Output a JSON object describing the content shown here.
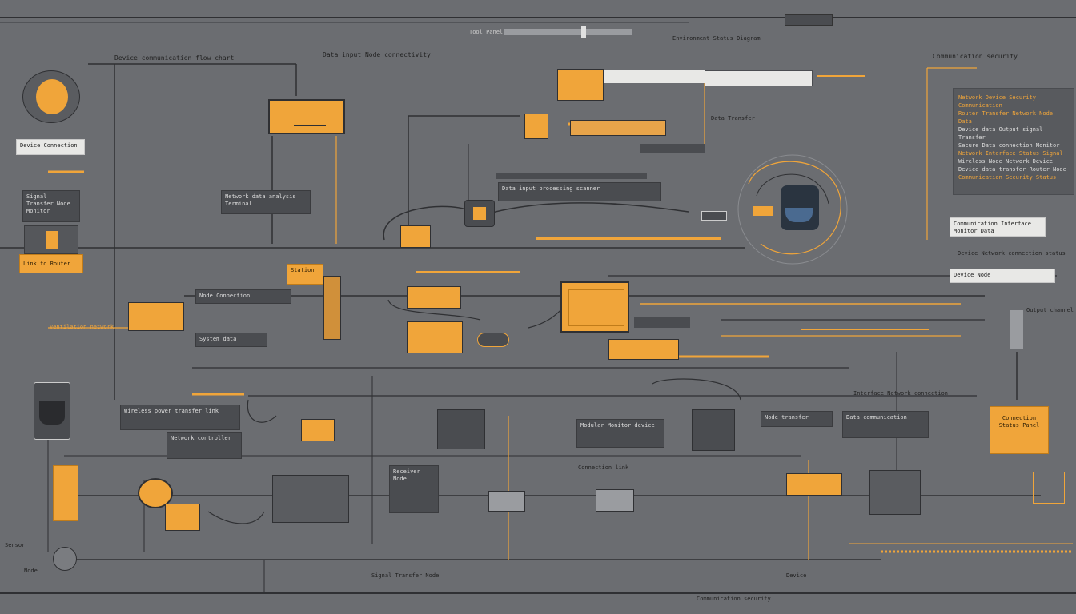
{
  "title_bar": {
    "left": "Tool Panel",
    "right": "Environment Status Diagram"
  },
  "headers": {
    "top_left": "Device communication flow chart",
    "top_center": "Data input Node connectivity",
    "top_right": "Communication security"
  },
  "labels": {
    "left_white": "Device Connection",
    "left_dark": "Signal Transfer Node Monitor",
    "left_orange": "Link to Router",
    "left_tag": "Ventilation network",
    "center_dark_1": "Network data analysis Terminal",
    "center_dark_2": "Data input processing scanner",
    "center_mid": "Data Transfer",
    "center_orange": "Station",
    "mid_output": "Output channel",
    "mid_node": "Node Connection",
    "mid_dark": "System data",
    "bottom_left_dark_1": "Wireless power transfer link",
    "bottom_left_dark_2": "Network controller",
    "bottom_center_1": "Modular Monitor device",
    "bottom_center_2": "Data communication",
    "bottom_center_3": "Receiver Node",
    "bottom_right_1": "Node transfer",
    "bottom_right_2": "Interface Network connection",
    "right_orange": "Connection Status Panel",
    "right_white_1": "Communication Interface Monitor Data",
    "right_white_2": "Device Node",
    "right_label": "Device Network connection status",
    "bottom_label_1": "Connection link",
    "bottom_label_2": "Device",
    "bottom_label_3": "Signal Transfer Node",
    "footer": "Communication security",
    "side_tag": "Sensor",
    "side_tag_2": "Node"
  },
  "info_panel": {
    "lines": [
      "Network Device Security Communication",
      "Router Transfer Network Node Data",
      "Device data Output signal Transfer",
      "Secure Data connection Monitor",
      "Network Interface Status Signal",
      "Wireless Node Network Device",
      "Device data transfer Router Node",
      "Communication Security Status"
    ]
  },
  "colors": {
    "background": "#6b6d71",
    "accent": "#f0a53a",
    "wire": "#2f3033",
    "panel": "#585a5e"
  }
}
